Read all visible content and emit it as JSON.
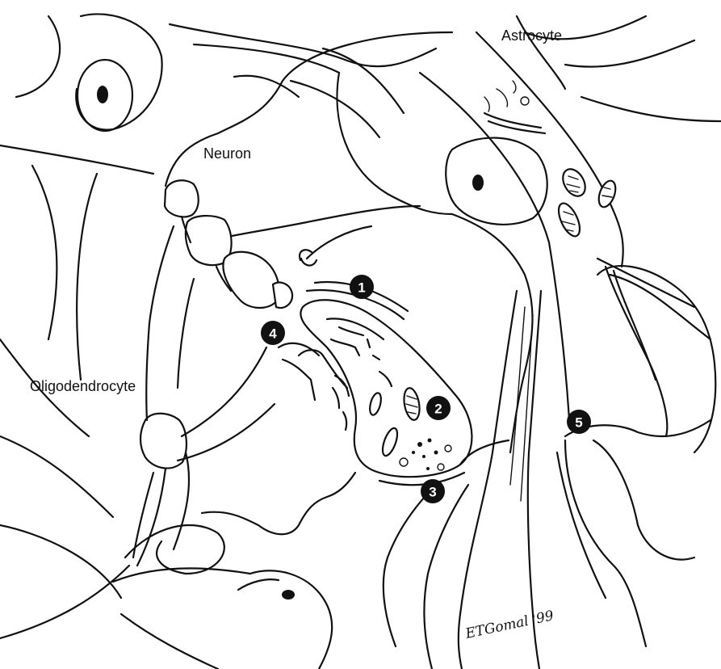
{
  "labels": {
    "astrocyte": "Astrocyte",
    "neuron": "Neuron",
    "oligodendrocyte": "Oligodendrocyte"
  },
  "markers": [
    {
      "id": "marker-1",
      "text": "1"
    },
    {
      "id": "marker-2",
      "text": "2"
    },
    {
      "id": "marker-3",
      "text": "3"
    },
    {
      "id": "marker-4",
      "text": "4"
    },
    {
      "id": "marker-5",
      "text": "5"
    }
  ],
  "signature": "ETGomal '99"
}
